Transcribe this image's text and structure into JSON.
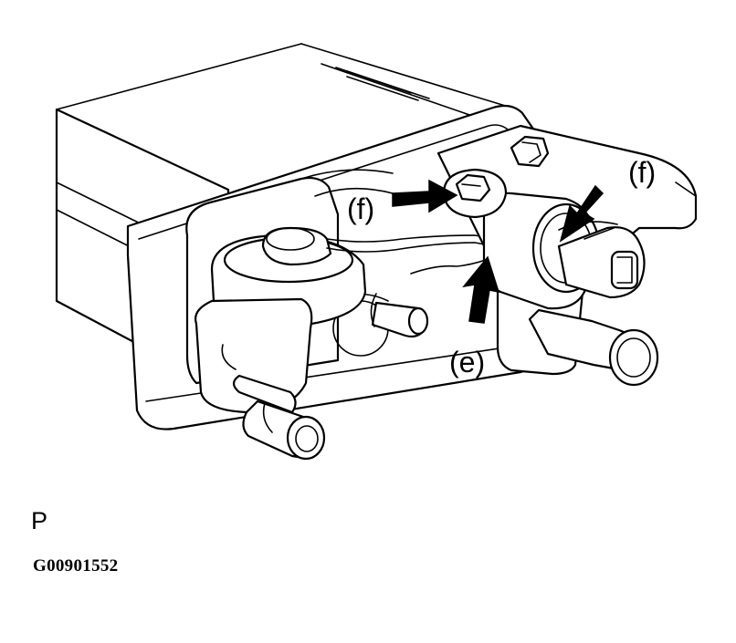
{
  "callouts": {
    "f_right": "(f)",
    "f_left": "(f)",
    "e": "(e)"
  },
  "view_letter": "P",
  "figure_code": "G00901552",
  "colors": {
    "line": "#000000",
    "background": "#ffffff"
  },
  "icons": [
    "arrow-pointer-icon"
  ]
}
